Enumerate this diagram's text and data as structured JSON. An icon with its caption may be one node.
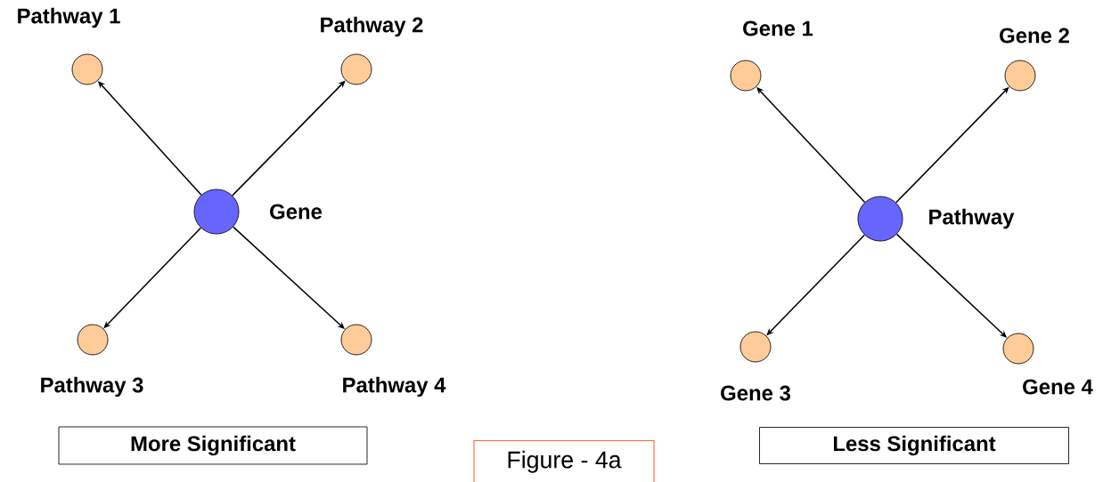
{
  "diagram": {
    "nodes": [
      {
        "text": [
          "Pathway 1"
        ]
      },
      {
        "text": [
          "Pathway 2"
        ]
      },
      {
        "text": [
          "Gene"
        ]
      },
      {
        "text": [
          "Pathway 3"
        ]
      },
      {
        "text": [
          "Pathway 4"
        ]
      },
      {
        "text": [
          "More Significant"
        ]
      },
      {
        "text": [
          "Gene 1"
        ]
      },
      {
        "text": [
          "Gene 2"
        ]
      },
      {
        "text": [
          "Pathway"
        ]
      },
      {
        "text": [
          "Gene 3"
        ]
      },
      {
        "text": [
          "Gene 4"
        ]
      },
      {
        "text": [
          "Less Significant"
        ]
      },
      {
        "text": [
          "Figure - 4a"
        ]
      }
    ],
    "edges": [
      {
        "from": 2,
        "to": 0,
        "arrow": "to"
      },
      {
        "from": 2,
        "to": 1,
        "arrow": "to"
      },
      {
        "from": 2,
        "to": 3,
        "arrow": "to"
      },
      {
        "from": 2,
        "to": 4,
        "arrow": "to"
      },
      {
        "from": 8,
        "to": 6,
        "arrow": "to"
      },
      {
        "from": 8,
        "to": 7,
        "arrow": "to"
      },
      {
        "from": 8,
        "to": 9,
        "arrow": "to"
      },
      {
        "from": 8,
        "to": 10,
        "arrow": "to"
      }
    ]
  }
}
